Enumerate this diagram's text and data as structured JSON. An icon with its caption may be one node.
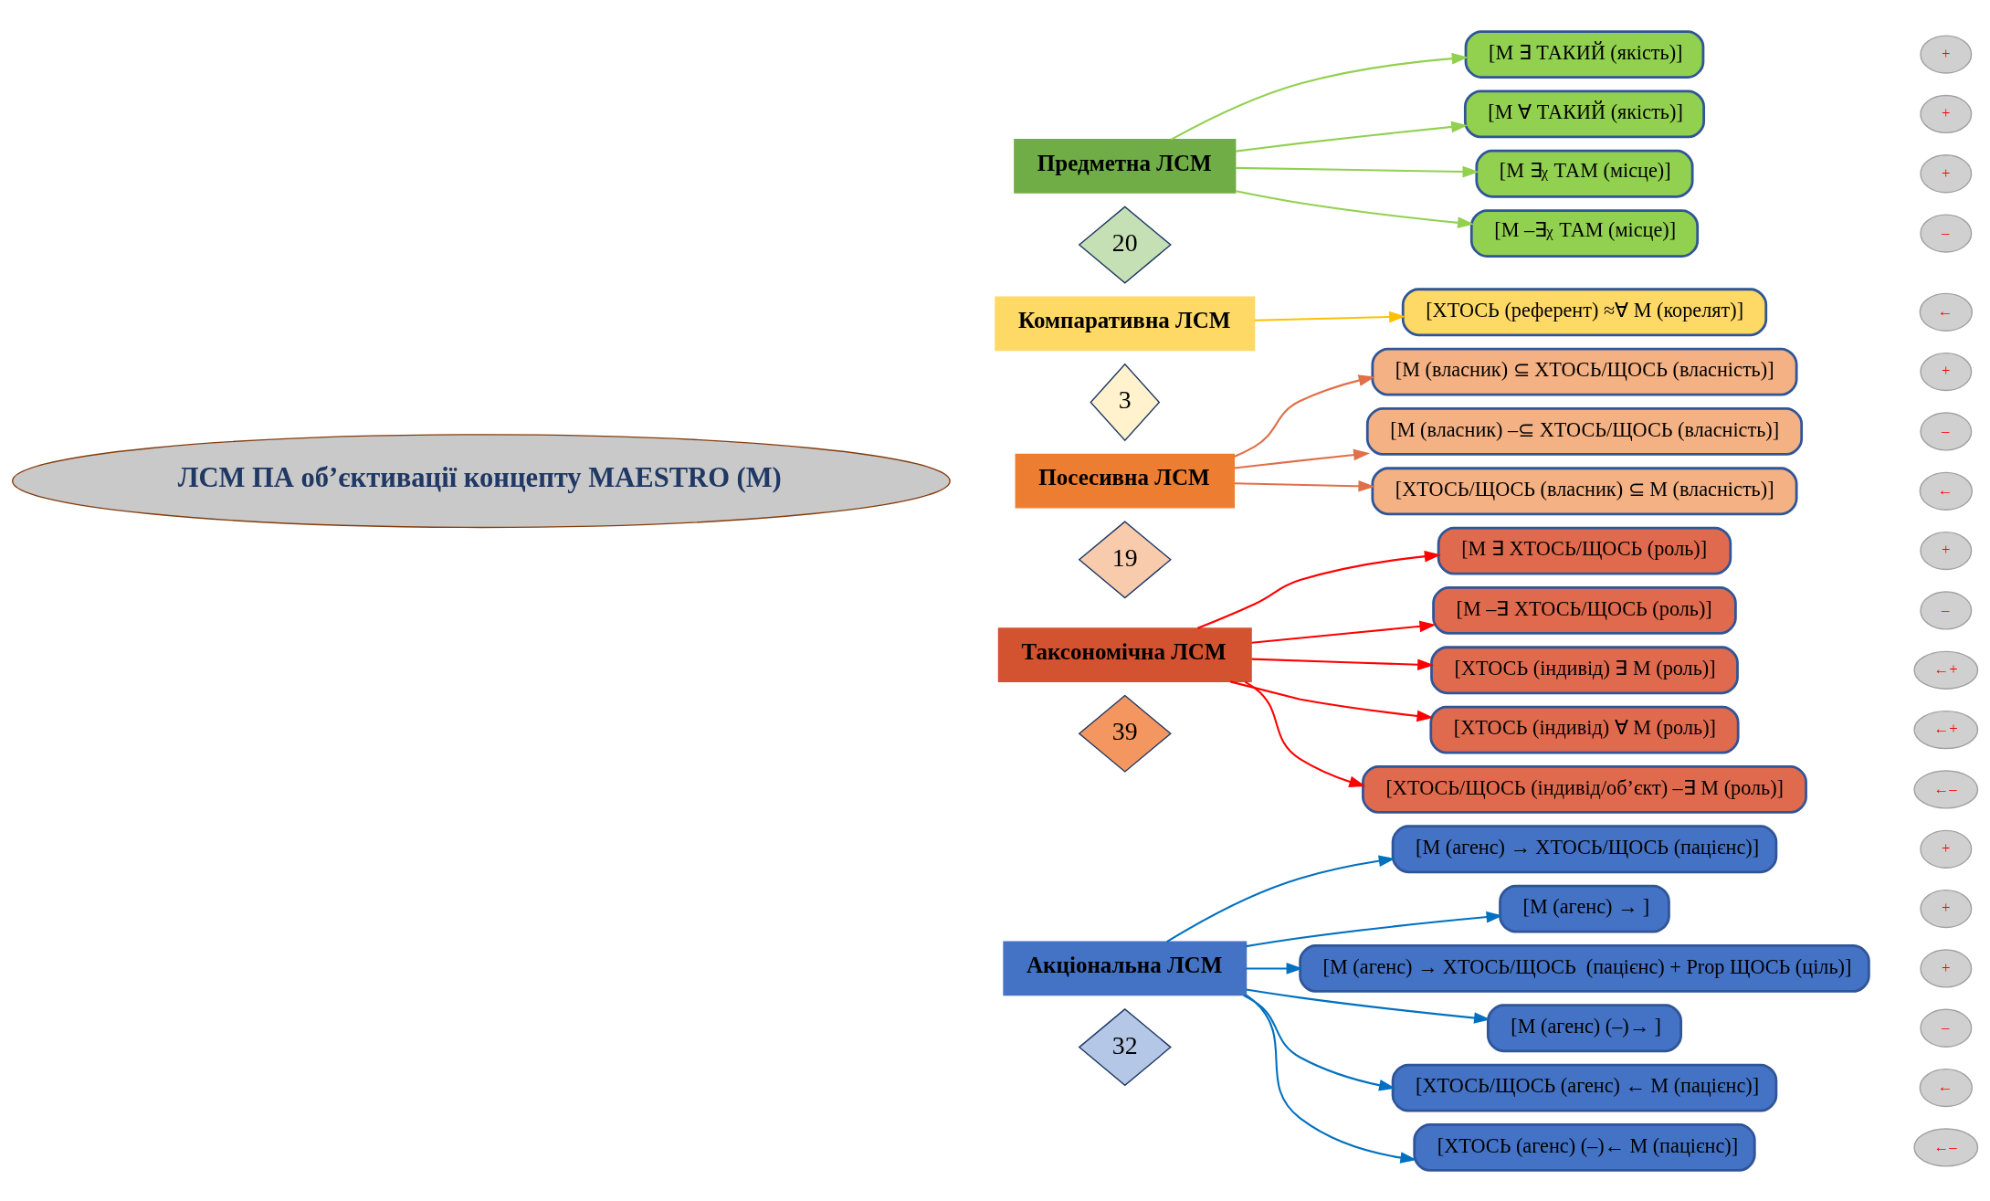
{
  "diagram": {
    "nodes": [
      {
        "text": [
          "ЛСМ ПА об’єктивації концепту MAESTRO (M)"
        ]
      },
      {
        "text": [
          "Предметна ЛСМ"
        ]
      },
      {
        "text": [
          "20"
        ]
      },
      {
        "text": [
          "[M ∃ ТАКИЙ (якість)]"
        ]
      },
      {
        "text": [
          "+"
        ]
      },
      {
        "text": [
          "[M ∀ ТАКИЙ (якість)]"
        ]
      },
      {
        "text": [
          "+"
        ]
      },
      {
        "text": [
          "[M ∃$_{χ}$ ТАМ (місце)]"
        ]
      },
      {
        "text": [
          "+"
        ]
      },
      {
        "text": [
          "[M –∃$_{χ}$ ТАМ (місце)]"
        ]
      },
      {
        "text": [
          "–"
        ]
      },
      {
        "text": [
          "Компаративна ЛСМ"
        ]
      },
      {
        "text": [
          "3"
        ]
      },
      {
        "text": [
          "[ХТОСЬ (референт) ≈∀ M (корелят)]"
        ]
      },
      {
        "text": [
          "←"
        ]
      },
      {
        "text": [
          "Посесивна ЛСМ"
        ]
      },
      {
        "text": [
          "19"
        ]
      },
      {
        "text": [
          "[M (власник) ⊆ ХТОСЬ/ЩОСЬ (власність)]"
        ]
      },
      {
        "text": [
          "+"
        ]
      },
      {
        "text": [
          "[M (власник) –⊆ ХТОСЬ/ЩОСЬ (власність)]"
        ]
      },
      {
        "text": [
          "–"
        ]
      },
      {
        "text": [
          "[ХТОСЬ/ЩОСЬ (власник) ⊆ M (власність)]"
        ]
      },
      {
        "text": [
          "←"
        ]
      },
      {
        "text": [
          "Таксономічна ЛСМ"
        ]
      },
      {
        "text": [
          "39"
        ]
      },
      {
        "text": [
          "[M ∃ ХТОСЬ/ЩОСЬ (роль)]"
        ]
      },
      {
        "text": [
          "+"
        ]
      },
      {
        "text": [
          "[M –∃ ХТОСЬ/ЩОСЬ (роль)]"
        ]
      },
      {
        "text": [
          "–"
        ]
      },
      {
        "text": [
          "[ХТОСЬ (індивід) ∃ M (роль)]"
        ]
      },
      {
        "text": [
          "←+"
        ]
      },
      {
        "text": [
          "[ХТОСЬ (індивід) ∀ M (роль)]"
        ]
      },
      {
        "text": [
          "←+"
        ]
      },
      {
        "text": [
          "[ХТОСЬ/ЩОСЬ (індивід/об’єкт) –∃ M (роль)]"
        ]
      },
      {
        "text": [
          "←–"
        ]
      },
      {
        "text": [
          "Акціональна ЛСМ"
        ]
      },
      {
        "text": [
          "32"
        ]
      },
      {
        "text": [
          "[M (агенс) → ХТОСЬ/ЩОСЬ (пацієнс)]"
        ]
      },
      {
        "text": [
          "+"
        ]
      },
      {
        "text": [
          "[M (агенс) → ]"
        ]
      },
      {
        "text": [
          "+"
        ]
      },
      {
        "text": [
          "[M (агенс) → ХТОСЬ/ЩОСЬ  (пацієнс) + Prop ЩОСЬ (ціль)]"
        ]
      },
      {
        "text": [
          "+"
        ]
      },
      {
        "text": [
          "[M (агенс) (–)→ ]"
        ]
      },
      {
        "text": [
          "–"
        ]
      },
      {
        "text": [
          "[ХТОСЬ/ЩОСЬ (агенс) ← M (пацієнс)]"
        ]
      },
      {
        "text": [
          "←"
        ]
      },
      {
        "text": [
          "[ХТОСЬ (агенс) (–)← M (пацієнс)]"
        ]
      },
      {
        "text": [
          "←–"
        ]
      }
    ],
    "edges": [
      {
        "from": 1,
        "to": 3,
        "arrow": "to",
        "color": "#92d050"
      },
      {
        "from": 1,
        "to": 5,
        "arrow": "to",
        "color": "#92d050"
      },
      {
        "from": 1,
        "to": 7,
        "arrow": "to",
        "color": "#92d050"
      },
      {
        "from": 1,
        "to": 9,
        "arrow": "to",
        "color": "#92d050"
      },
      {
        "from": 11,
        "to": 13,
        "arrow": "to",
        "color": "#ffc000"
      },
      {
        "from": 15,
        "to": 17,
        "arrow": "to",
        "color": "#e0704a"
      },
      {
        "from": 15,
        "to": 19,
        "arrow": "to",
        "color": "#e0704a"
      },
      {
        "from": 15,
        "to": 21,
        "arrow": "to",
        "color": "#e0704a"
      },
      {
        "from": 23,
        "to": 25,
        "arrow": "to",
        "color": "#ff0000"
      },
      {
        "from": 23,
        "to": 27,
        "arrow": "to",
        "color": "#ff0000"
      },
      {
        "from": 23,
        "to": 29,
        "arrow": "to",
        "color": "#ff0000"
      },
      {
        "from": 23,
        "to": 31,
        "arrow": "to",
        "color": "#ff0000"
      },
      {
        "from": 23,
        "to": 33,
        "arrow": "to",
        "color": "#ff0000"
      },
      {
        "from": 35,
        "to": 37,
        "arrow": "to",
        "color": "#0070c0"
      },
      {
        "from": 35,
        "to": 39,
        "arrow": "to",
        "color": "#0070c0"
      },
      {
        "from": 35,
        "to": 41,
        "arrow": "to",
        "color": "#0070c0"
      },
      {
        "from": 35,
        "to": 43,
        "arrow": "to",
        "color": "#0070c0"
      },
      {
        "from": 35,
        "to": 45,
        "arrow": "to",
        "color": "#0070c0"
      },
      {
        "from": 35,
        "to": 47,
        "arrow": "to",
        "color": "#0070c0"
      }
    ]
  }
}
